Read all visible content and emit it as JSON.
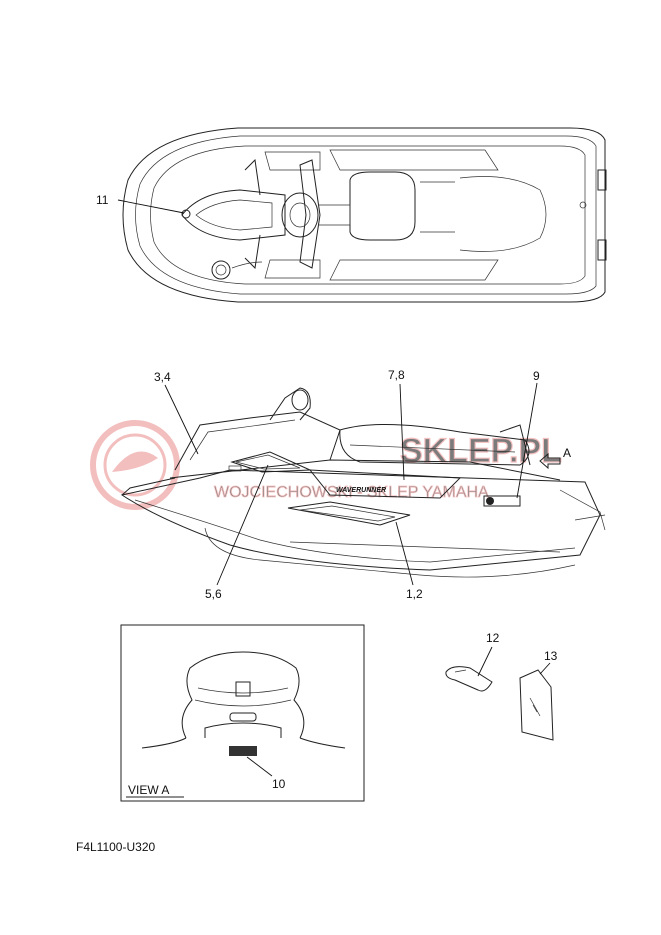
{
  "diagram_code": "F4L1100-U320",
  "watermark": {
    "line1": "SKLEP.PL",
    "line2": "WOJCIECHOWSKI - SKLEP YAMAHA",
    "color": "#e98a8a"
  },
  "view_label": "VIEW A",
  "direction_label": "A",
  "callouts": {
    "c11": "11",
    "c34": "3,4",
    "c78": "7,8",
    "c9": "9",
    "c56": "5,6",
    "c12b": "1,2",
    "c10": "10",
    "c12": "12",
    "c13": "13"
  },
  "hull_badge": "WAVERUNNER"
}
